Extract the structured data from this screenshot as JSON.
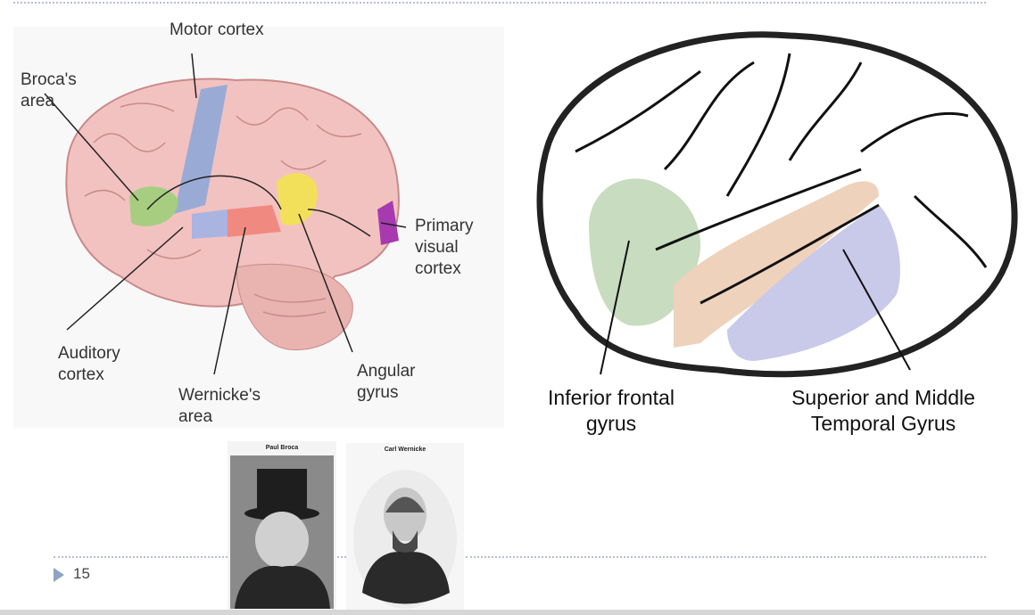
{
  "slide": {
    "page_number": "15",
    "left_figure": {
      "labels": {
        "motor": "Motor cortex",
        "broca": "Broca's\narea",
        "primary_visual": "Primary\nvisual\ncortex",
        "auditory": "Auditory\ncortex",
        "wernicke": "Wernicke's\narea",
        "angular": "Angular\ngyrus"
      },
      "colors": {
        "broca": "#9fce7a",
        "motor": "#8aa7d8",
        "auditory": "#a9b4e0",
        "wernicke": "#f08a80",
        "angular": "#f3e05a",
        "visual": "#a73ab0",
        "brain": "#f2c2c0"
      }
    },
    "right_figure": {
      "labels": {
        "inferior_frontal": "Inferior frontal\ngyrus",
        "temporal": "Superior and Middle\nTemporal Gyrus"
      },
      "colors": {
        "frontal": "#c8dcc0",
        "superior": "#efd2bc",
        "middle": "#c9c9ea"
      }
    },
    "portraits": [
      {
        "caption": "Paul Broca"
      },
      {
        "caption": "Carl Wernicke"
      }
    ]
  }
}
